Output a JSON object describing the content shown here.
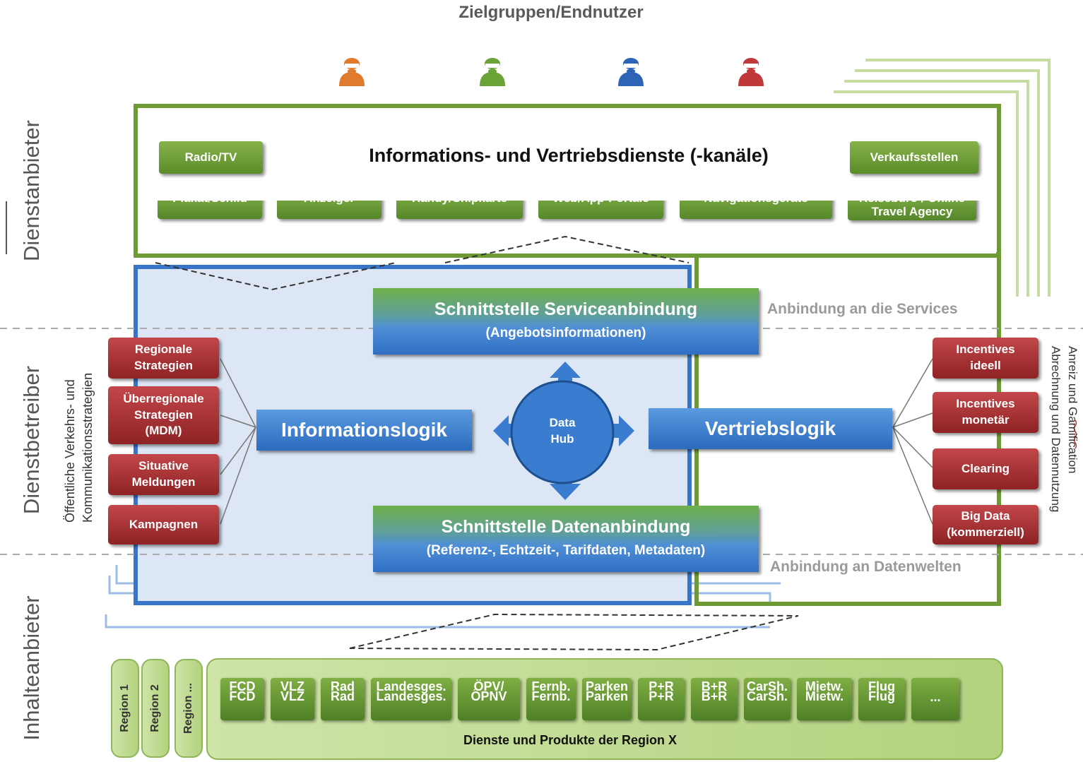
{
  "top_title": "Zielgruppen/Endnutzer",
  "colors": {
    "green": "#6a9b35",
    "red": "#a32e30",
    "blue": "#3a7dd0",
    "frame_blue": "#3874c8",
    "frame_green": "#6e9a34"
  },
  "persons": [
    {
      "icon": "person-orange-icon",
      "color": "#e07b2e"
    },
    {
      "icon": "person-green-icon",
      "color": "#6aa338"
    },
    {
      "icon": "person-blue-icon",
      "color": "#2e64b5"
    },
    {
      "icon": "person-red-icon",
      "color": "#c0383a"
    }
  ],
  "side_labels": {
    "dienstanbieter": "Dienstanbieter",
    "dienstbetreiber": "Dienstbetreiber",
    "inhalteanbieter": "Inhalteanbieter"
  },
  "services": {
    "title": "Informations- und Vertriebsdienste (-kanäle)",
    "radio": "Radio/TV",
    "verkaufsstellen": "Verkaufsstellen",
    "row": [
      "Plakat/Schild",
      "Anzeiger",
      "Handy/Chipkarte",
      "Web/App-Portale",
      "Navigationsgeräte"
    ],
    "travel_line1": "Reisebüro / Online",
    "travel_line2": "Travel Agency"
  },
  "iface_service": {
    "title": "Schnittstelle Serviceanbindung",
    "sub": "(Angebotsinformationen)"
  },
  "iface_data": {
    "title": "Schnittstelle Datenanbindung",
    "sub": "(Referenz-, Echtzeit-, Tarifdaten, Metadaten)"
  },
  "notes": {
    "services": "Anbindung  an die  Services",
    "data": "Anbindung  an Datenwelten"
  },
  "hub": {
    "line1": "Data",
    "line2": "Hub"
  },
  "info_logic": "Informationslogik",
  "sales_logic": "Vertriebslogik",
  "left_boxes": [
    {
      "l1": "Regionale",
      "l2": "Strategien"
    },
    {
      "l1": "Überregionale",
      "l2": "Strategien",
      "l3": "(MDM)"
    },
    {
      "l1": "Situative",
      "l2": "Meldungen"
    },
    {
      "l1": "Kampagnen"
    }
  ],
  "left_vertical": {
    "l1": "Öffentliche Verkehrs- und",
    "l2": "Kommunikationsstrategien"
  },
  "right_boxes": [
    {
      "l1": "Incentives",
      "l2": "ideell"
    },
    {
      "l1": "Incentives",
      "l2": "monetär"
    },
    {
      "l1": "Clearing"
    },
    {
      "l1": "Big Data",
      "l2": "(kommerziell)"
    }
  ],
  "right_vertical": {
    "l1": "Anreiz und Gamification",
    "l2": "Abrechnung und Datennutzung"
  },
  "regions": [
    "Region 1",
    "Region 2",
    "Region ..."
  ],
  "products": [
    {
      "top": "FCD",
      "bottom": "FCD"
    },
    {
      "top": "VLZ",
      "bottom": "VLZ"
    },
    {
      "top": "Rad",
      "bottom": "Rad"
    },
    {
      "top": "Landesges.",
      "bottom": "Landesges."
    },
    {
      "top": "ÖPV/",
      "bottom": "ÖPNV"
    },
    {
      "top": "Fernb.",
      "bottom": "Fernb."
    },
    {
      "top": "Parken",
      "bottom": "Parken"
    },
    {
      "top": "P+R",
      "bottom": "P+R"
    },
    {
      "top": "B+R",
      "bottom": "B+R"
    },
    {
      "top": "CarSh.",
      "bottom": "CarSh."
    },
    {
      "top": "Mietw.",
      "bottom": "Mietw."
    },
    {
      "top": "Flug",
      "bottom": "Flug"
    },
    {
      "top": "",
      "bottom": "..."
    }
  ],
  "products_caption": "Dienste und Produkte der Region X"
}
